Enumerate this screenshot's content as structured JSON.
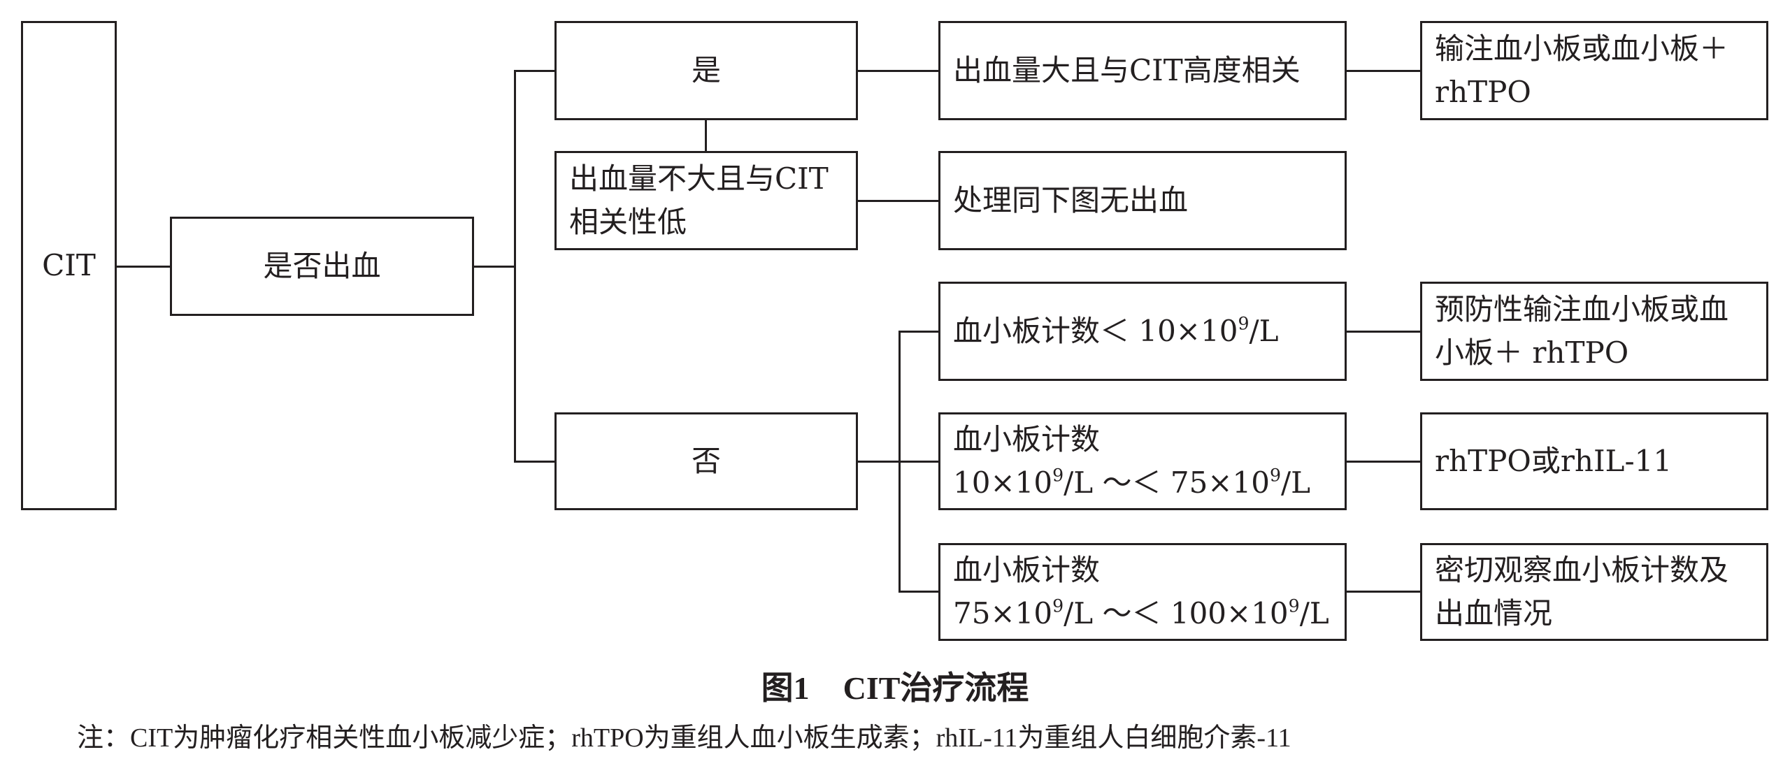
{
  "diagram": {
    "root": "CIT",
    "question": "是否出血",
    "yes": "是",
    "no": "否",
    "yes_high": "出血量大且与CIT高度相关",
    "yes_low_line1": "出血量不大且与CIT",
    "yes_low_line2": "相关性低",
    "yes_high_treatment_line1": "输注血小板或血小板＋",
    "yes_high_treatment_line2": "rhTPO",
    "yes_low_treatment": "处理同下图无出血",
    "no_lt10_prefix": "血小板计数＜ 10×10",
    "no_lt10_exp": "9",
    "no_lt10_suffix": "/L",
    "no_10_75_title": "血小板计数",
    "no_10_75_a": "10×10",
    "no_10_75_exp1": "9",
    "no_10_75_b": "/L ～＜ 75×10",
    "no_10_75_exp2": "9",
    "no_10_75_c": "/L",
    "no_75_100_title": "血小板计数",
    "no_75_100_a": "75×10",
    "no_75_100_exp1": "9",
    "no_75_100_b": "/L ～＜ 100×10",
    "no_75_100_exp2": "9",
    "no_75_100_c": "/L",
    "no_lt10_treatment_line1": "预防性输注血小板或血",
    "no_lt10_treatment_line2": "小板＋ rhTPO",
    "no_10_75_treatment": "rhTPO或rhIL-11",
    "no_75_100_treatment_line1": "密切观察血小板计数及",
    "no_75_100_treatment_line2": "出血情况"
  },
  "caption": {
    "label": "图1",
    "title": "CIT治疗流程"
  },
  "note": "注：CIT为肿瘤化疗相关性血小板减少症；rhTPO为重组人血小板生成素；rhIL-11为重组人白细胞介素-11",
  "colors": {
    "line": "#231f20",
    "background": "#ffffff"
  }
}
